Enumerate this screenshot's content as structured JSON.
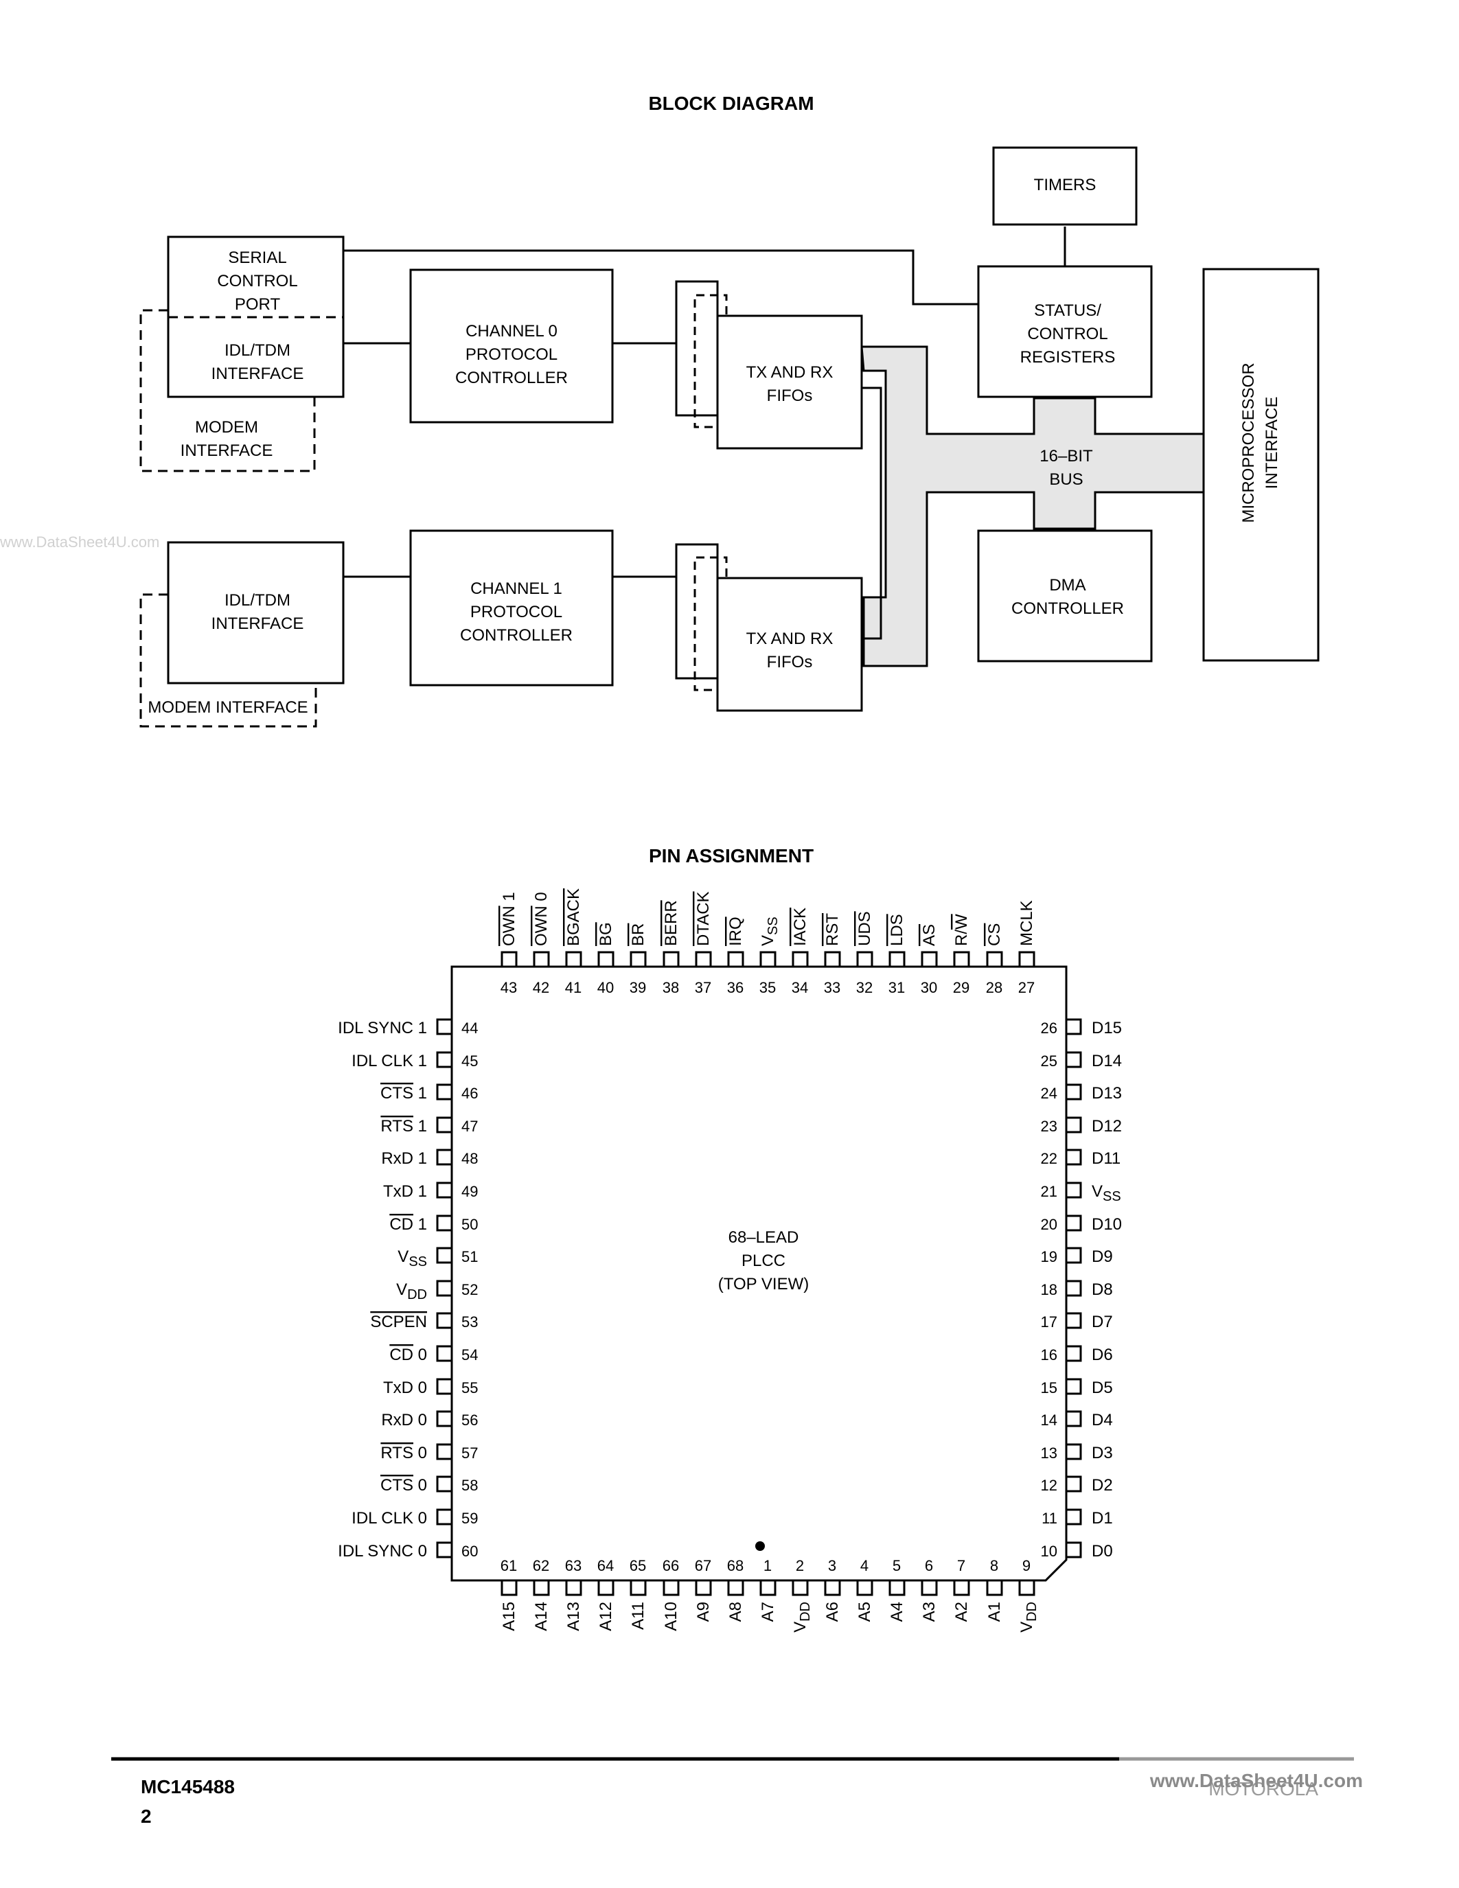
{
  "block_diagram": {
    "title": "BLOCK DIAGRAM",
    "blocks": {
      "timers": [
        "TIMERS"
      ],
      "serial_control_port": [
        "SERIAL",
        "CONTROL",
        "PORT"
      ],
      "idl_tdm_0": [
        "IDL/TDM",
        "INTERFACE"
      ],
      "modem_0": [
        "MODEM",
        "INTERFACE"
      ],
      "channel_0": [
        "CHANNEL 0",
        "PROTOCOL",
        "CONTROLLER"
      ],
      "fifo_0": [
        "TX AND RX",
        "FIFOs"
      ],
      "status_control": [
        "STATUS/",
        "CONTROL",
        "REGISTERS"
      ],
      "bus": [
        "16–BIT",
        "BUS"
      ],
      "microprocessor": [
        "MICROPROCESSOR",
        "INTERFACE"
      ],
      "idl_tdm_1": [
        "IDL/TDM",
        "INTERFACE"
      ],
      "modem_1": [
        "MODEM INTERFACE"
      ],
      "channel_1": [
        "CHANNEL 1",
        "PROTOCOL",
        "CONTROLLER"
      ],
      "fifo_1": [
        "TX AND RX",
        "FIFOs"
      ],
      "dma": [
        "DMA",
        "CONTROLLER"
      ]
    }
  },
  "pin_assignment": {
    "title": "PIN ASSIGNMENT",
    "package_label": [
      "68–LEAD",
      "PLCC",
      "(TOP VIEW)"
    ],
    "left_pins": [
      {
        "num": "44",
        "name": "IDL SYNC 1"
      },
      {
        "num": "45",
        "name": "IDL CLK 1"
      },
      {
        "num": "46",
        "bar": "CTS",
        "suffix": " 1"
      },
      {
        "num": "47",
        "bar": "RTS",
        "suffix": " 1"
      },
      {
        "num": "48",
        "name": "RxD 1"
      },
      {
        "num": "49",
        "name": "TxD 1"
      },
      {
        "num": "50",
        "bar": "CD",
        "suffix": " 1"
      },
      {
        "num": "51",
        "base": "V",
        "sub": "SS"
      },
      {
        "num": "52",
        "base": "V",
        "sub": "DD"
      },
      {
        "num": "53",
        "bar": "SCPEN"
      },
      {
        "num": "54",
        "bar": "CD",
        "suffix": " 0"
      },
      {
        "num": "55",
        "name": "TxD 0"
      },
      {
        "num": "56",
        "name": "RxD 0"
      },
      {
        "num": "57",
        "bar": "RTS",
        "suffix": " 0"
      },
      {
        "num": "58",
        "bar": "CTS",
        "suffix": " 0"
      },
      {
        "num": "59",
        "name": "IDL CLK 0"
      },
      {
        "num": "60",
        "name": "IDL SYNC 0"
      }
    ],
    "right_pins": [
      {
        "num": "26",
        "name": "D15"
      },
      {
        "num": "25",
        "name": "D14"
      },
      {
        "num": "24",
        "name": "D13"
      },
      {
        "num": "23",
        "name": "D12"
      },
      {
        "num": "22",
        "name": "D11"
      },
      {
        "num": "21",
        "base": "V",
        "sub": "SS"
      },
      {
        "num": "20",
        "name": "D10"
      },
      {
        "num": "19",
        "name": "D9"
      },
      {
        "num": "18",
        "name": "D8"
      },
      {
        "num": "17",
        "name": "D7"
      },
      {
        "num": "16",
        "name": "D6"
      },
      {
        "num": "15",
        "name": "D5"
      },
      {
        "num": "14",
        "name": "D4"
      },
      {
        "num": "13",
        "name": "D3"
      },
      {
        "num": "12",
        "name": "D2"
      },
      {
        "num": "11",
        "name": "D1"
      },
      {
        "num": "10",
        "name": "D0"
      }
    ],
    "top_pins": [
      {
        "num": "43",
        "bar": "OWN",
        "suffix": " 1"
      },
      {
        "num": "42",
        "bar": "OWN",
        "suffix": " 0"
      },
      {
        "num": "41",
        "bar": "BGACK"
      },
      {
        "num": "40",
        "bar": "BG"
      },
      {
        "num": "39",
        "bar": "BR"
      },
      {
        "num": "38",
        "bar": "BERR"
      },
      {
        "num": "37",
        "bar": "DTACK"
      },
      {
        "num": "36",
        "bar": "IRQ"
      },
      {
        "num": "35",
        "base": "V",
        "sub": "SS"
      },
      {
        "num": "34",
        "bar": "IACK"
      },
      {
        "num": "33",
        "bar": "RST"
      },
      {
        "num": "32",
        "bar": "UDS"
      },
      {
        "num": "31",
        "bar": "LDS"
      },
      {
        "num": "30",
        "bar": "AS"
      },
      {
        "num": "29",
        "name": "R/",
        "bar": "W"
      },
      {
        "num": "28",
        "bar": "CS"
      },
      {
        "num": "27",
        "name": "MCLK"
      }
    ],
    "bottom_pins": [
      {
        "num": "61",
        "name": "A15"
      },
      {
        "num": "62",
        "name": "A14"
      },
      {
        "num": "63",
        "name": "A13"
      },
      {
        "num": "64",
        "name": "A12"
      },
      {
        "num": "65",
        "name": "A11"
      },
      {
        "num": "66",
        "name": "A10"
      },
      {
        "num": "67",
        "name": "A9"
      },
      {
        "num": "68",
        "name": "A8"
      },
      {
        "num": "1",
        "name": "A7"
      },
      {
        "num": "2",
        "base": "V",
        "sub": "DD"
      },
      {
        "num": "3",
        "name": "A6"
      },
      {
        "num": "4",
        "name": "A5"
      },
      {
        "num": "5",
        "name": "A4"
      },
      {
        "num": "6",
        "name": "A3"
      },
      {
        "num": "7",
        "name": "A2"
      },
      {
        "num": "8",
        "name": "A1"
      },
      {
        "num": "9",
        "base": "V",
        "sub": "DD"
      }
    ]
  },
  "watermark_side": "www.DataSheet4U.com",
  "footer": {
    "part_number": "MC145488",
    "page_number": "2",
    "brand": "MOTOROLA",
    "watermark": "www.DataSheet4U.com"
  }
}
